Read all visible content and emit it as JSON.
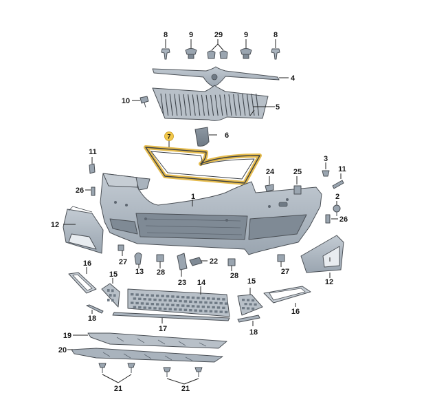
{
  "diagram": {
    "colors": {
      "part_fill": "#a9b3bd",
      "part_dark": "#7f8a95",
      "part_light": "#c6cdd4",
      "outline": "#4a4f55",
      "highlight_outline": "#e2b43a",
      "highlight_badge": "#f2c84b",
      "highlight_text": "#1a1a1a"
    },
    "highlighted_part": "7",
    "callouts": [
      {
        "id": "c8a",
        "label": "8"
      },
      {
        "id": "c9a",
        "label": "9"
      },
      {
        "id": "c29",
        "label": "29"
      },
      {
        "id": "c9b",
        "label": "9"
      },
      {
        "id": "c8b",
        "label": "8"
      },
      {
        "id": "c4",
        "label": "4"
      },
      {
        "id": "c10",
        "label": "10"
      },
      {
        "id": "c5",
        "label": "5"
      },
      {
        "id": "c6",
        "label": "6"
      },
      {
        "id": "c7",
        "label": "7"
      },
      {
        "id": "c11a",
        "label": "11"
      },
      {
        "id": "c3",
        "label": "3"
      },
      {
        "id": "c24",
        "label": "24"
      },
      {
        "id": "c25",
        "label": "25"
      },
      {
        "id": "c11b",
        "label": "11"
      },
      {
        "id": "c26a",
        "label": "26"
      },
      {
        "id": "c1",
        "label": "1"
      },
      {
        "id": "c2",
        "label": "2"
      },
      {
        "id": "c26b",
        "label": "26"
      },
      {
        "id": "c12a",
        "label": "12"
      },
      {
        "id": "c27a",
        "label": "27"
      },
      {
        "id": "c13",
        "label": "13"
      },
      {
        "id": "c28a",
        "label": "28"
      },
      {
        "id": "c22",
        "label": "22"
      },
      {
        "id": "c23",
        "label": "23"
      },
      {
        "id": "c28b",
        "label": "28"
      },
      {
        "id": "c27b",
        "label": "27"
      },
      {
        "id": "c12b",
        "label": "12"
      },
      {
        "id": "c16a",
        "label": "16"
      },
      {
        "id": "c15a",
        "label": "15"
      },
      {
        "id": "c14",
        "label": "14"
      },
      {
        "id": "c15b",
        "label": "15"
      },
      {
        "id": "c16b",
        "label": "16"
      },
      {
        "id": "c18a",
        "label": "18"
      },
      {
        "id": "c17",
        "label": "17"
      },
      {
        "id": "c18b",
        "label": "18"
      },
      {
        "id": "c19",
        "label": "19"
      },
      {
        "id": "c20",
        "label": "20"
      },
      {
        "id": "c21a",
        "label": "21"
      },
      {
        "id": "c21b",
        "label": "21"
      }
    ]
  }
}
